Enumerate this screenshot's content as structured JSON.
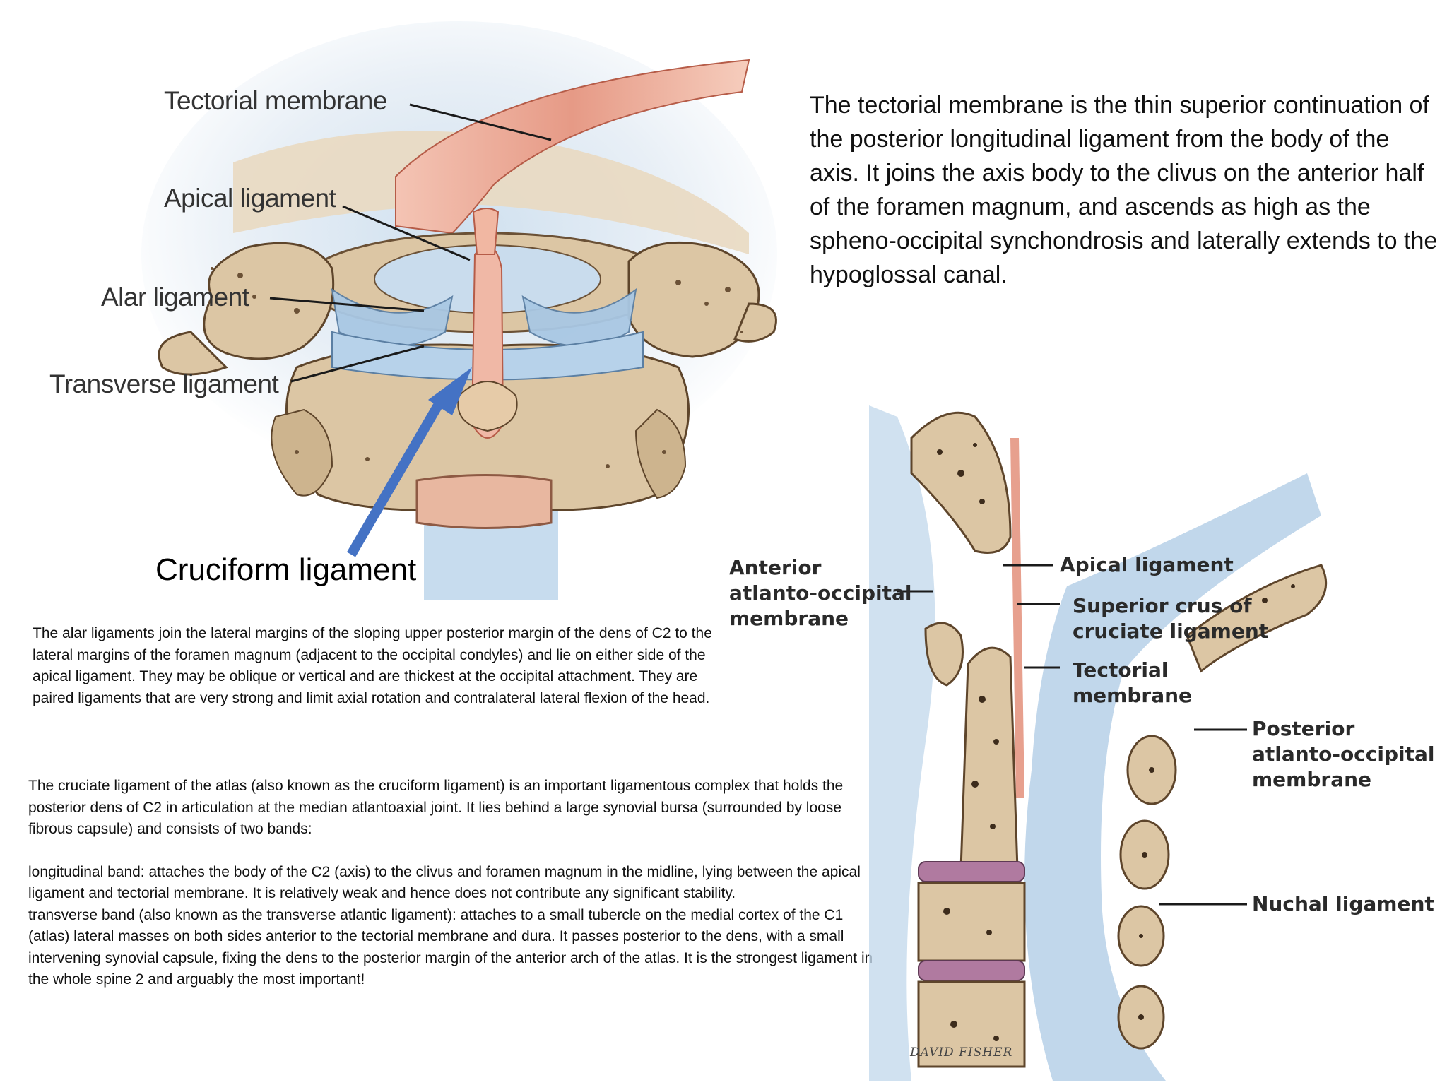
{
  "figure1": {
    "labels": {
      "tectorial": "Tectorial membrane",
      "apical": "Apical ligament",
      "alar": "Alar ligament",
      "transverse": "Transverse ligament"
    },
    "caption": "Cruciform ligament"
  },
  "figure2": {
    "labels": {
      "anterior": [
        "Anterior",
        "atlanto-occipital",
        "membrane"
      ],
      "apical": "Apical ligament",
      "superior_crus": [
        "Superior crus of",
        "cruciate ligament"
      ],
      "tectorial": [
        "Tectorial",
        "membrane"
      ],
      "posterior": [
        "Posterior",
        "atlanto-occipital",
        "membrane"
      ],
      "nuchal": "Nuchal ligament"
    },
    "signature": "DAVID FISHER"
  },
  "text": {
    "tectorial": "The tectorial membrane is the thin superior continuation of the posterior longitudinal ligament from the body of the axis. It joins the axis body to the clivus on the anterior half of the foramen magnum, and ascends as high as the spheno-occipital synchondrosis and laterally extends to the hypoglossal canal.",
    "alar": "The alar ligaments join the lateral margins of the sloping upper posterior margin of the dens of C2 to the lateral margins of the foramen magnum (adjacent to the occipital condyles) and lie on either side of the apical ligament. They may be oblique or vertical and are thickest at the occipital attachment. They are paired ligaments that are very strong and limit axial rotation and contralateral lateral flexion of the head.",
    "cruciate_intro": "The cruciate ligament of the atlas (also known as the cruciform ligament) is an important ligamentous complex that holds the posterior dens of C2 in articulation at the median atlantoaxial joint. It lies behind a large synovial bursa (surrounded by loose fibrous capsule) and consists of two bands:",
    "longitudinal": "longitudinal band: attaches the body of the C2 (axis) to the clivus and foramen magnum in the midline, lying between the apical ligament and tectorial membrane. It is relatively weak and hence does not contribute any significant stability.",
    "transverse": "transverse band (also known as the transverse atlantic ligament): attaches to a small tubercle on the medial cortex of the C1 (atlas) lateral masses on both sides anterior to the tectorial membrane and dura. It passes posterior to the dens, with a small intervening synovial capsule, fixing the dens to the posterior margin of the anterior arch of the atlas. It is the strongest ligament in the whole spine 2 and arguably the most important!"
  },
  "colors": {
    "bone": "#dcc6a4",
    "bone_dark": "#8a6d4a",
    "ligament_blue": "#a9c8e4",
    "membrane_pink": "#e8a08f",
    "disc_purple": "#b07aa0",
    "arrow_blue": "#4472c4"
  }
}
